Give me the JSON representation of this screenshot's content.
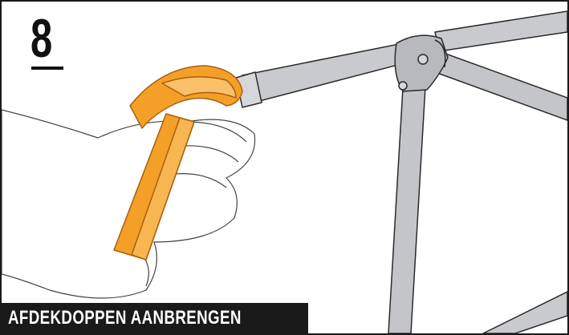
{
  "step": {
    "number": "8",
    "caption": "AFDEKDOPPEN AANBRENGEN"
  },
  "colors": {
    "accent": "#F4A028",
    "frame": "#C8C9CC",
    "caption_bg": "#1A1A1A",
    "ink": "#111111"
  },
  "illustration": {
    "subject": "hand-holding-orange-mallet-hitting-end-cap-on-frame-tube"
  }
}
